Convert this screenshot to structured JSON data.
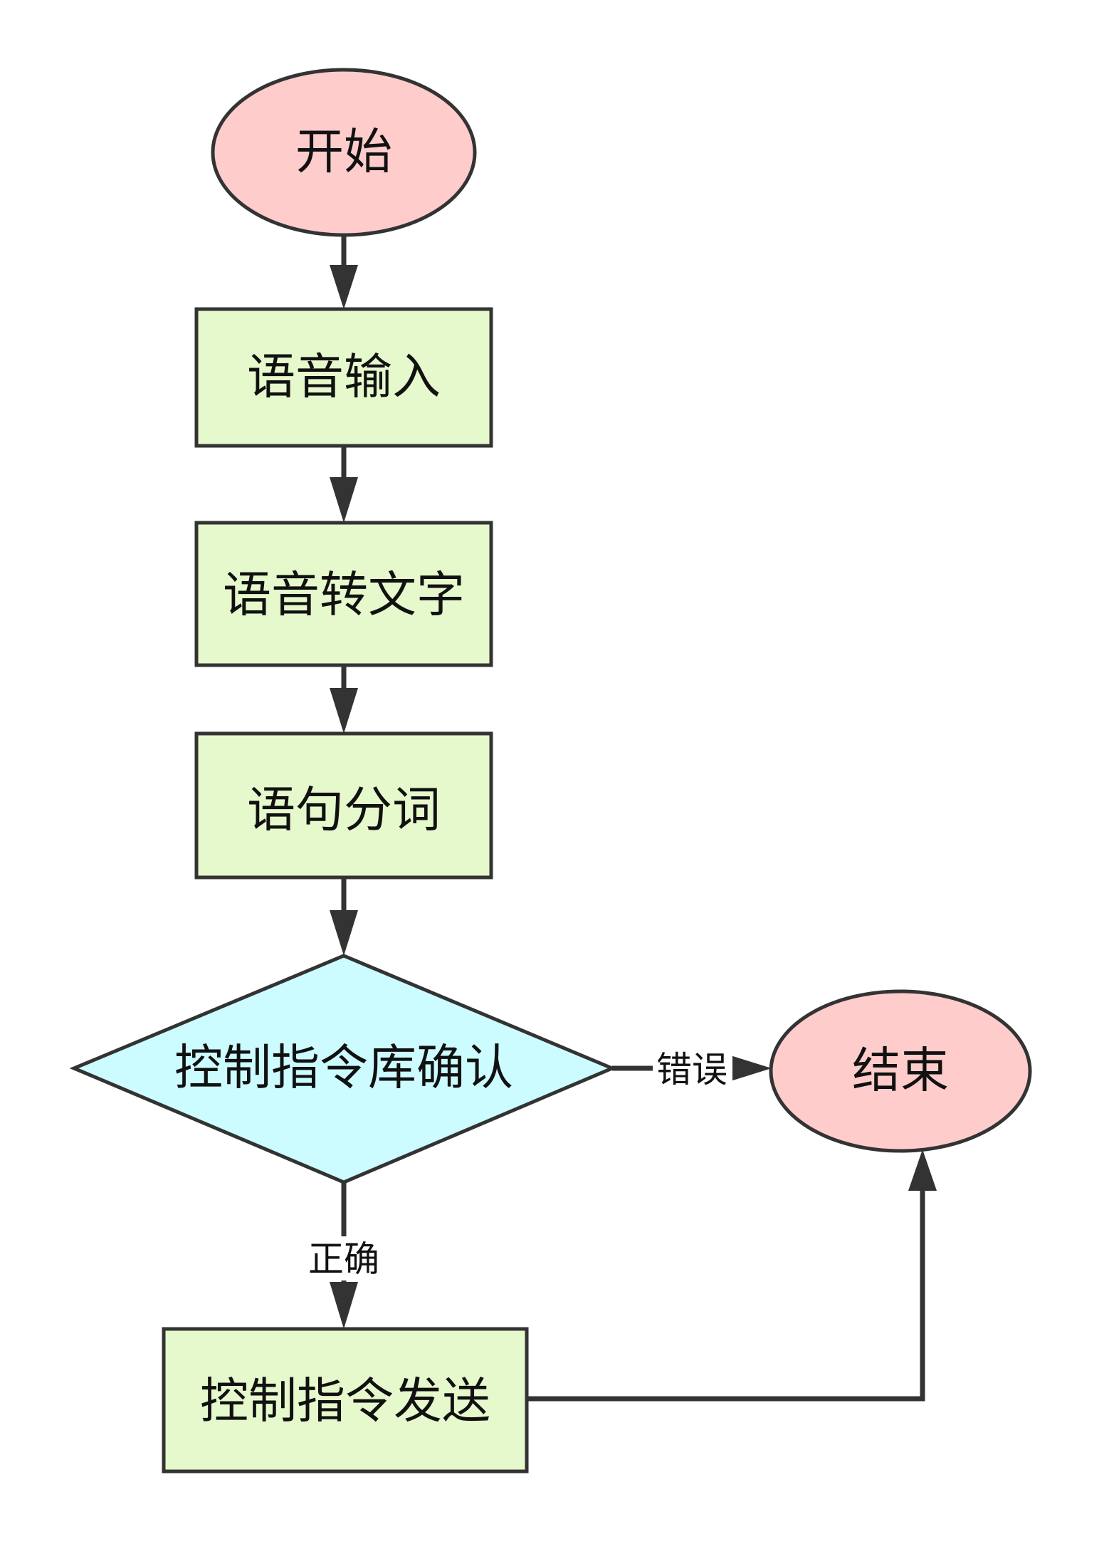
{
  "diagram": {
    "type": "flowchart",
    "colors": {
      "terminal_fill": "#ffcccc",
      "process_fill": "#e6f9cc",
      "decision_fill": "#ccfcff",
      "stroke": "#333333",
      "text": "#111111",
      "background": "#ffffff"
    },
    "nodes": {
      "start": {
        "shape": "ellipse",
        "label": "开始"
      },
      "voice_input": {
        "shape": "rect",
        "label": "语音输入"
      },
      "speech_to_text": {
        "shape": "rect",
        "label": "语音转文字"
      },
      "segmentation": {
        "shape": "rect",
        "label": "语句分词"
      },
      "confirm": {
        "shape": "diamond",
        "label": "控制指令库确认"
      },
      "end": {
        "shape": "ellipse",
        "label": "结束"
      },
      "send": {
        "shape": "rect",
        "label": "控制指令发送"
      }
    },
    "edges": [
      {
        "from": "start",
        "to": "voice_input",
        "label": ""
      },
      {
        "from": "voice_input",
        "to": "speech_to_text",
        "label": ""
      },
      {
        "from": "speech_to_text",
        "to": "segmentation",
        "label": ""
      },
      {
        "from": "segmentation",
        "to": "confirm",
        "label": ""
      },
      {
        "from": "confirm",
        "to": "end",
        "label": "错误"
      },
      {
        "from": "confirm",
        "to": "send",
        "label": "正确"
      },
      {
        "from": "send",
        "to": "end",
        "label": ""
      }
    ]
  }
}
